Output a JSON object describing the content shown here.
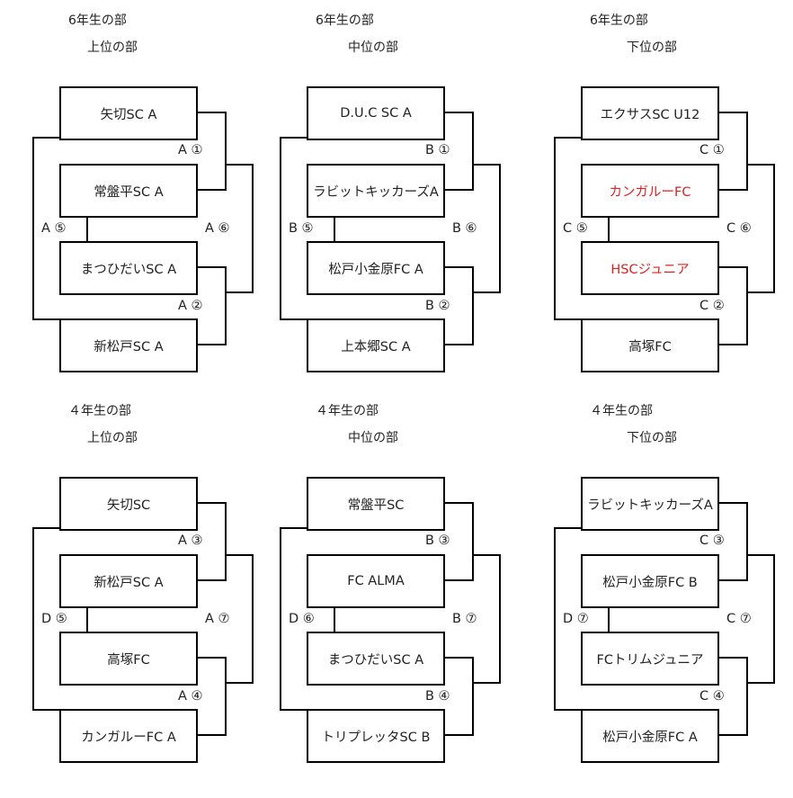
{
  "brackets": [
    {
      "grade": "6年生の部",
      "division": "上位の部",
      "teams": [
        {
          "name": "矢切SC A",
          "highlight": false
        },
        {
          "name": "常盤平SC A",
          "highlight": false
        },
        {
          "name": "まつひだいSC A",
          "highlight": false
        },
        {
          "name": "新松戸SC A",
          "highlight": false
        }
      ],
      "match1": "A ①",
      "match2": "A ②",
      "left_match": "A ⑤",
      "right_match": "A ⑥"
    },
    {
      "grade": "6年生の部",
      "division": "中位の部",
      "teams": [
        {
          "name": "D.U.C SC A",
          "highlight": false
        },
        {
          "name": "ラビットキッカーズA",
          "highlight": false
        },
        {
          "name": "松戸小金原FC A",
          "highlight": false
        },
        {
          "name": "上本郷SC A",
          "highlight": false
        }
      ],
      "match1": "B ①",
      "match2": "B ②",
      "left_match": "B ⑤",
      "right_match": "B ⑥"
    },
    {
      "grade": "6年生の部",
      "division": "下位の部",
      "teams": [
        {
          "name": "エクサスSC U12",
          "highlight": false
        },
        {
          "name": "カンガルーFC",
          "highlight": true
        },
        {
          "name": "HSCジュニア",
          "highlight": true
        },
        {
          "name": "高塚FC",
          "highlight": false
        }
      ],
      "match1": "C ①",
      "match2": "C ②",
      "left_match": "C ⑤",
      "right_match": "C ⑥"
    },
    {
      "grade": "４年生の部",
      "division": "上位の部",
      "teams": [
        {
          "name": "矢切SC",
          "highlight": false
        },
        {
          "name": "新松戸SC A",
          "highlight": false
        },
        {
          "name": "高塚FC",
          "highlight": false
        },
        {
          "name": "カンガルーFC A",
          "highlight": false
        }
      ],
      "match1": "A ③",
      "match2": "A ④",
      "left_match": "D ⑤",
      "right_match": "A ⑦"
    },
    {
      "grade": "４年生の部",
      "division": "中位の部",
      "teams": [
        {
          "name": "常盤平SC",
          "highlight": false
        },
        {
          "name": "FC ALMA",
          "highlight": false
        },
        {
          "name": "まつひだいSC A",
          "highlight": false
        },
        {
          "name": "トリプレッタSC B",
          "highlight": false
        }
      ],
      "match1": "B ③",
      "match2": "B ④",
      "left_match": "D ⑥",
      "right_match": "B ⑦"
    },
    {
      "grade": "４年生の部",
      "division": "下位の部",
      "teams": [
        {
          "name": "ラビットキッカーズA",
          "highlight": false
        },
        {
          "name": "松戸小金原FC B",
          "highlight": false
        },
        {
          "name": "FCトリムジュニア",
          "highlight": false
        },
        {
          "name": "松戸小金原FC A",
          "highlight": false
        }
      ],
      "match1": "C ③",
      "match2": "C ④",
      "left_match": "D ⑦",
      "right_match": "C ⑦"
    }
  ],
  "colors": {
    "highlight": "#e02020",
    "text": "#222222",
    "line": "#000000"
  }
}
